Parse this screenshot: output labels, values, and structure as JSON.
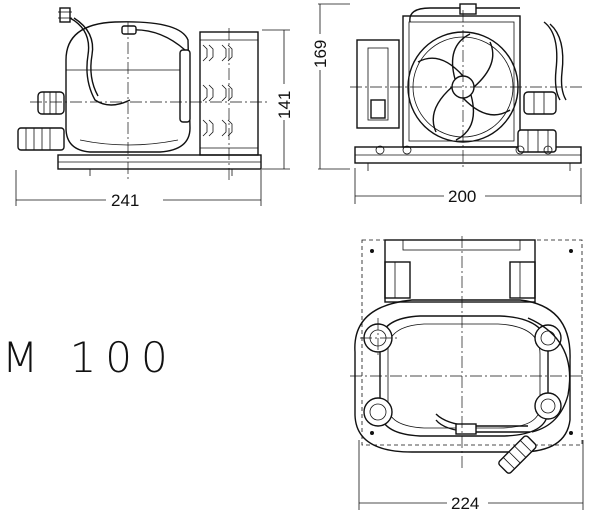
{
  "model": {
    "label": "M 100"
  },
  "dimensions": {
    "side_width": "241",
    "side_height": "141",
    "front_width": "200",
    "front_height": "169",
    "top_width": "224"
  },
  "colors": {
    "line": "#111111",
    "background": "#ffffff"
  }
}
